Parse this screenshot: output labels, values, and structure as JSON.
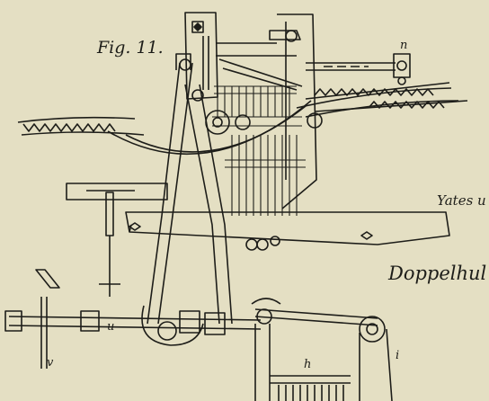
{
  "figure": {
    "label": "Fig. 11.",
    "right_caption_1": "Yates u",
    "right_caption_2": "Doppelhul",
    "letters": {
      "n": "n",
      "u": "u",
      "v": "v",
      "h": "h",
      "i": "i"
    }
  },
  "colors": {
    "paper": "#e4dfc3",
    "ink": "#1d1d19",
    "shade": "#55534a"
  }
}
